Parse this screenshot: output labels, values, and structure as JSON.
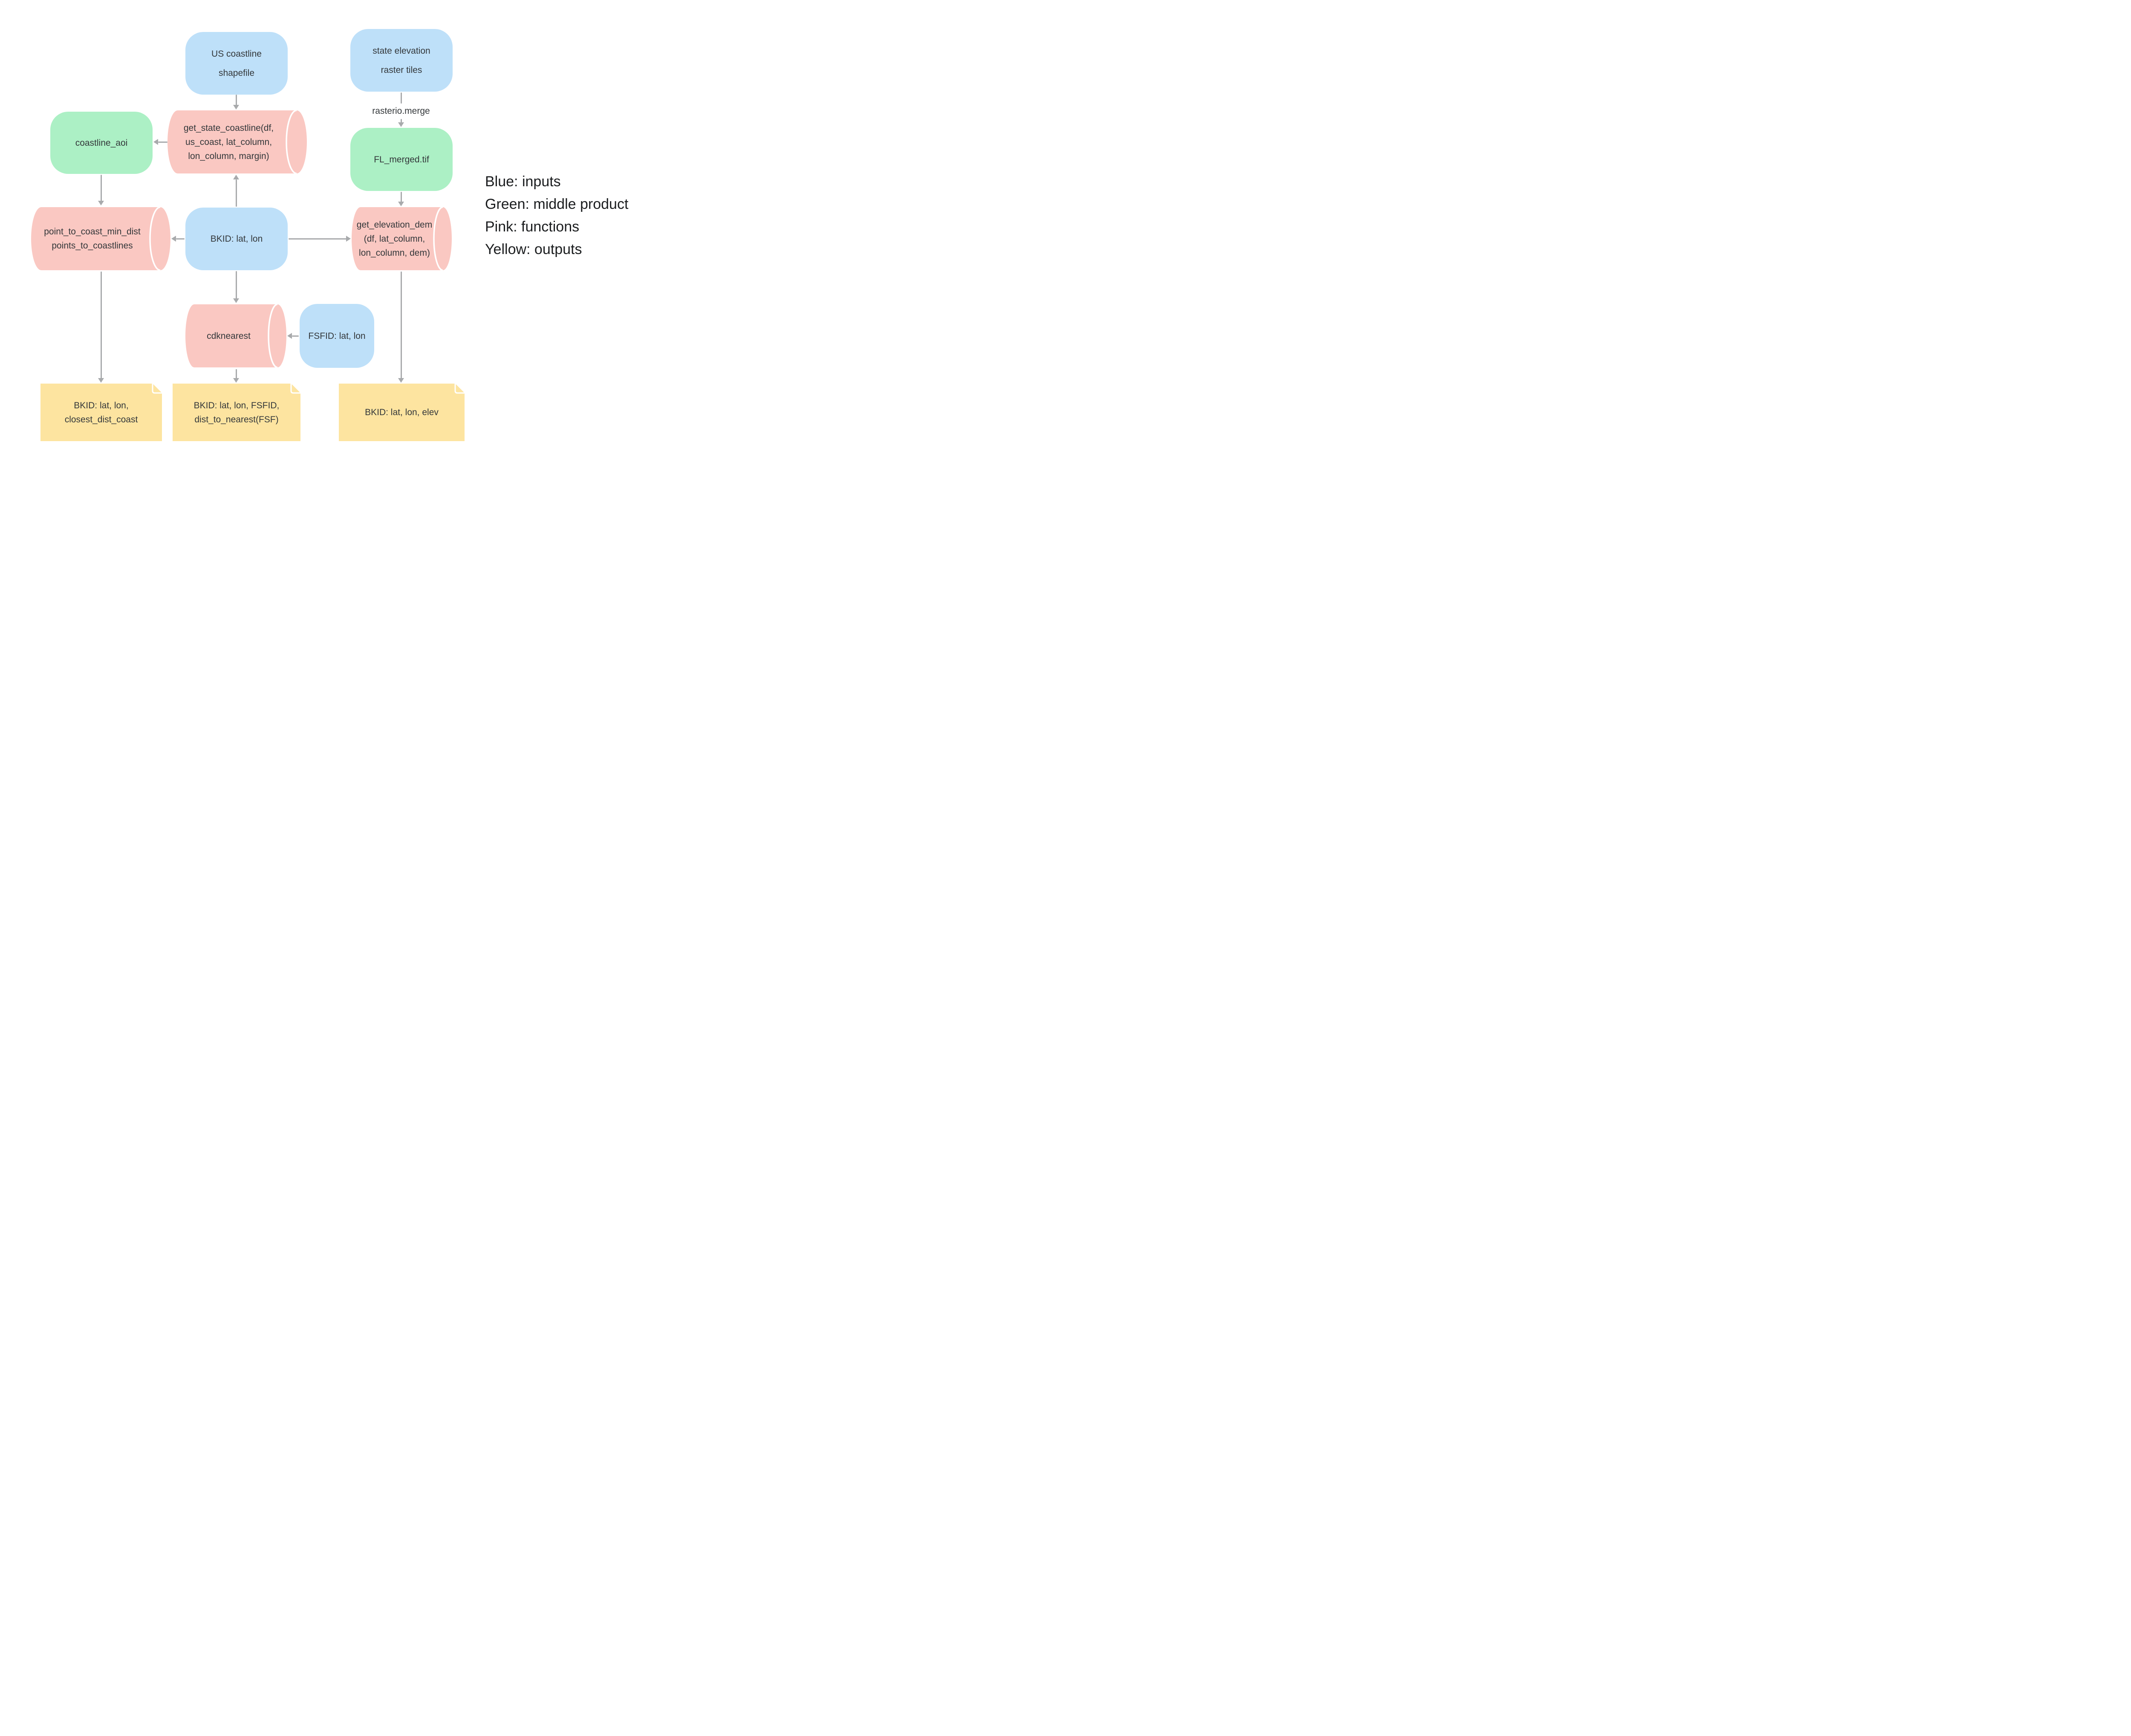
{
  "colors": {
    "input_blue": "#BEE0F9",
    "middle_product_green": "#ACF0C5",
    "function_pink": "#FAC8C2",
    "output_yellow": "#FDE4A0",
    "arrow_gray": "#A8AAAC",
    "node_text": "#33373A",
    "legend_text": "#1B1D1F"
  },
  "legend": {
    "items": [
      {
        "label": "Blue: inputs"
      },
      {
        "label": "Green: middle product"
      },
      {
        "label": "Pink: functions"
      },
      {
        "label": "Yellow: outputs"
      }
    ]
  },
  "edge_labels": {
    "rasterio_merge": "rasterio.merge"
  },
  "nodes": {
    "us_coastline": {
      "type": "input",
      "lines": [
        "US coastline",
        "shapefile"
      ]
    },
    "state_elevation": {
      "type": "input",
      "lines": [
        "state elevation",
        "raster tiles"
      ]
    },
    "coastline_aoi": {
      "type": "middle product",
      "lines": [
        "coastline_aoi"
      ]
    },
    "get_state_coastline": {
      "type": "function",
      "lines": [
        "get_state_coastline(df,",
        "us_coast, lat_column,",
        "lon_column, margin)"
      ]
    },
    "fl_merged": {
      "type": "middle product",
      "lines": [
        "FL_merged.tif"
      ]
    },
    "point_to_coast": {
      "type": "function",
      "lines": [
        "point_to_coast_min_dist",
        "points_to_coastlines"
      ]
    },
    "bkid": {
      "type": "input",
      "lines": [
        "BKID: lat, lon"
      ]
    },
    "get_elevation_dem": {
      "type": "function",
      "lines": [
        "get_elevation_dem",
        "(df, lat_column,",
        "lon_column, dem)"
      ]
    },
    "cdknearest": {
      "type": "function",
      "lines": [
        "cdknearest"
      ]
    },
    "fsfid": {
      "type": "input",
      "lines": [
        "FSFID: lat, lon"
      ]
    },
    "output_coast": {
      "type": "output",
      "lines": [
        "BKID: lat, lon,",
        "closest_dist_coast"
      ]
    },
    "output_fsf": {
      "type": "output",
      "lines": [
        "BKID: lat, lon, FSFID,",
        "dist_to_nearest(FSF)"
      ]
    },
    "output_elev": {
      "type": "output",
      "lines": [
        "BKID: lat, lon, elev"
      ]
    }
  }
}
